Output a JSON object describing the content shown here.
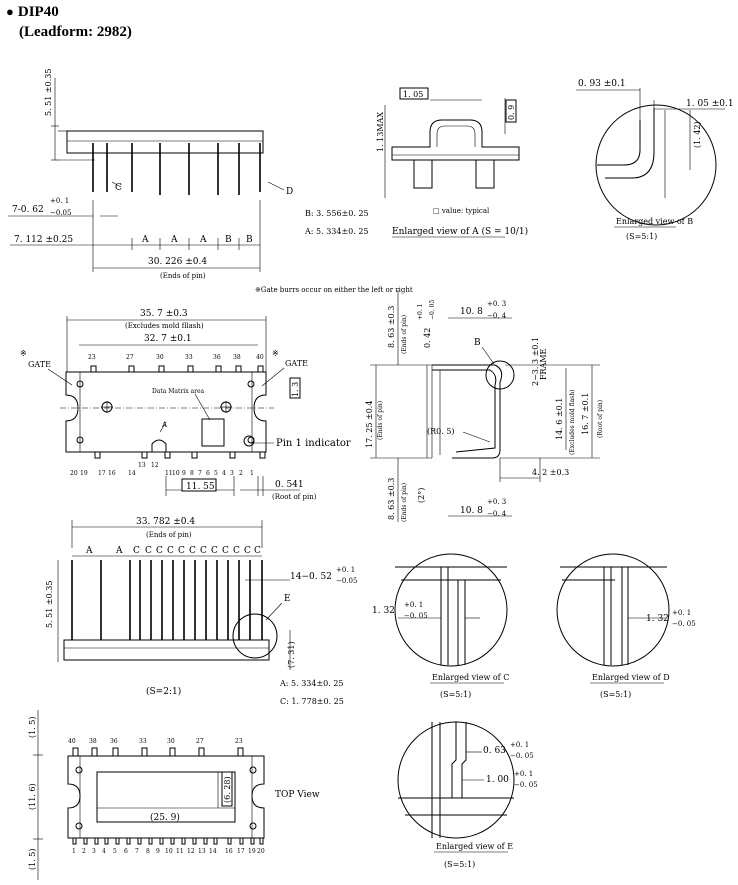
{
  "header": {
    "title": "DIP40",
    "subtitle": "(Leadform: 2982)"
  },
  "side_view": {
    "height_dim": "5. 51 ±0.35",
    "lead_c_label": "C",
    "lead_d_label": "D",
    "lead_width_dim": "7-0. 62",
    "lead_width_tol_plus": "+0. 1",
    "lead_width_tol_minus": "−0.05",
    "pitch_dim": "7. 112 ±0.25",
    "pitch_labels": [
      "A",
      "A",
      "A",
      "B",
      "B"
    ],
    "ends_dim": "30. 226 ±0.4",
    "ends_note": "(Ends of pin)",
    "legend_b": "B: 3. 556±0. 25",
    "legend_a": "A: 5. 334±0. 25"
  },
  "view_a": {
    "dim_top": "1. 05",
    "dim_right": "0. 9",
    "dim_left": "1. 13MAX",
    "value_note": "□ value: typical",
    "caption": "Enlarged view of A (S = 10/1)"
  },
  "view_b": {
    "dim_top": "0. 93 ±0.1",
    "dim_right": "1. 05 ±0.1",
    "dim_vert": "(1. 42)",
    "caption": "Enlarged view of B",
    "scale": "(S=5:1)"
  },
  "gate_note": "※Gate burrs occur on either the left or right",
  "top_view": {
    "width_dim": "35. 7 ±0.3",
    "width_note": "(Excludes mold fllash)",
    "inner_dim": "32. 7 ±0.1",
    "gate_left": "GATE",
    "gate_right": "GATE",
    "gate_mark": "※",
    "top_pins": [
      "23",
      "27",
      "30",
      "33",
      "36",
      "38",
      "40"
    ],
    "bottom_pins_left": [
      "20",
      "19",
      "17",
      "16",
      "14"
    ],
    "bottom_pins_mid": [
      "13",
      "12"
    ],
    "bottom_pins_right": [
      "11",
      "10",
      "9",
      "8",
      "7",
      "6",
      "5",
      "4",
      "3",
      "2",
      "1"
    ],
    "data_matrix": "Data Matrix area",
    "pin1": "Pin 1 indicator",
    "dim_1155": "11. 55",
    "dim_13": "1. 3",
    "dim_0541": "0. 541",
    "root_note": "(Root of pin)"
  },
  "end_view": {
    "dim_108_top": "10. 8",
    "tol_plus": "+0. 3",
    "tol_minus": "−0. 4",
    "dim_863_top": "8. 63 ±0.3",
    "ends_of_pin": "(Ends of pin)",
    "dim_042": "0. 42",
    "dim_042_tol_plus": "+0. 1",
    "dim_042_tol_minus": "−0. 05",
    "label_b": "B",
    "frame": "FRAME",
    "dim_23": "2−3. 3 ±0.1",
    "dim_1725": "17. 25 ±0.4",
    "dim_146": "14. 6 ±0.1",
    "dim_146_note": "(Excludes mold flash)",
    "dim_167": "16. 7 ±0.1",
    "root_of_pin": "(Root of pin)",
    "r05": "(R0. 5)",
    "angle": "(2°)",
    "dim_42": "4. 2 ±0.3",
    "dim_863_bot": "8. 63 ±0.3",
    "dim_108_bot": "10. 8"
  },
  "front_view": {
    "width_dim": "33. 782 ±0.4",
    "ends_note": "(Ends of pin)",
    "pitch_labels": [
      "A",
      "A",
      "C",
      "C",
      "C",
      "C",
      "C",
      "C",
      "C",
      "C",
      "C"
    ],
    "lead_dim": "14−0. 52",
    "lead_tol_plus": "+0. 1",
    "lead_tol_minus": "−0.05",
    "height_dim": "5. 51 ±0.35",
    "dim_731": "(7. 31)",
    "label_e": "E",
    "scale": "(S=2:1)",
    "legend_a": "A: 5. 334±0. 25",
    "legend_c": "C: 1. 778±0. 25"
  },
  "view_c": {
    "dim": "1. 32",
    "tol_plus": "+0. 1",
    "tol_minus": "−0. 05",
    "caption": "Enlarged view of C",
    "scale": "(S=5:1)"
  },
  "view_d": {
    "dim": "1. 32",
    "tol_plus": "+0. 1",
    "tol_minus": "−0. 05",
    "caption": "Enlarged view of D",
    "scale": "(S=5:1)"
  },
  "bottom_view": {
    "dim_15_top": "(1. 5)",
    "dim_116": "(11. 6)",
    "dim_15_bot": "(1. 5)",
    "top_pins": [
      "40",
      "38",
      "36",
      "33",
      "30",
      "27",
      "23"
    ],
    "bottom_pins": [
      "1",
      "2",
      "3",
      "4",
      "5",
      "6",
      "7",
      "8",
      "9",
      "10",
      "11",
      "12",
      "13",
      "14",
      "16",
      "17",
      "19",
      "20"
    ],
    "dim_259": "(25. 9)",
    "dim_628": "(6. 28)",
    "label": "TOP View"
  },
  "view_e": {
    "dim_063": "0. 63",
    "dim_100": "1. 00",
    "tol_plus": "+0. 1",
    "tol_minus": "−0. 05",
    "caption": "Enlarged view of E",
    "scale": "(S=5:1)"
  }
}
